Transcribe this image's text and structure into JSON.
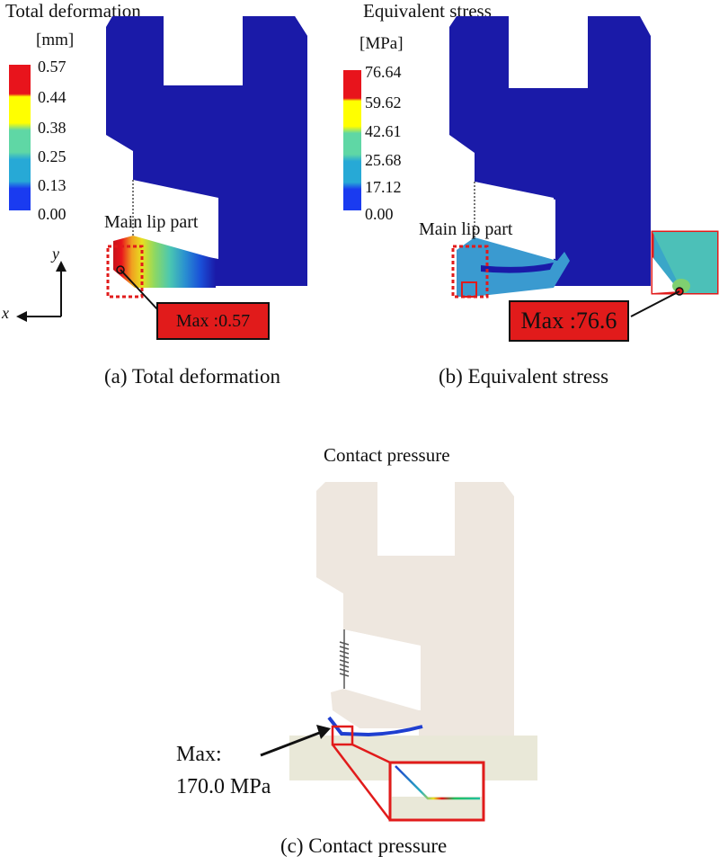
{
  "panels": {
    "a": {
      "title": "Total deformation",
      "unit": "[mm]",
      "legend": [
        "0.57",
        "0.44",
        "0.38",
        "0.25",
        "0.13",
        "0.00"
      ],
      "region_label": "Main lip part",
      "max_label": "Max :0.57",
      "caption": "(a) Total deformation",
      "axis_x": "x",
      "axis_y": "y"
    },
    "b": {
      "title": "Equivalent stress",
      "unit": "[MPa]",
      "legend": [
        "76.64",
        "59.62",
        "42.61",
        "25.68",
        "17.12",
        "0.00"
      ],
      "region_label": "Main lip part",
      "max_label": "Max :76.6",
      "caption": "(b) Equivalent stress"
    },
    "c": {
      "title": "Contact pressure",
      "max_label_line1": "Max:",
      "max_label_line2": "170.0 MPa",
      "caption": "(c) Contact pressure"
    }
  },
  "colors": {
    "body": "#1a1aa8",
    "body_c": "#eee7df",
    "shaft_c": "#e9e8d8",
    "highlight": "#e11b1b",
    "legend_scale": [
      "#e8141c",
      "#ffff00",
      "#5fd7a5",
      "#27a9d6",
      "#1a3bf0"
    ]
  }
}
